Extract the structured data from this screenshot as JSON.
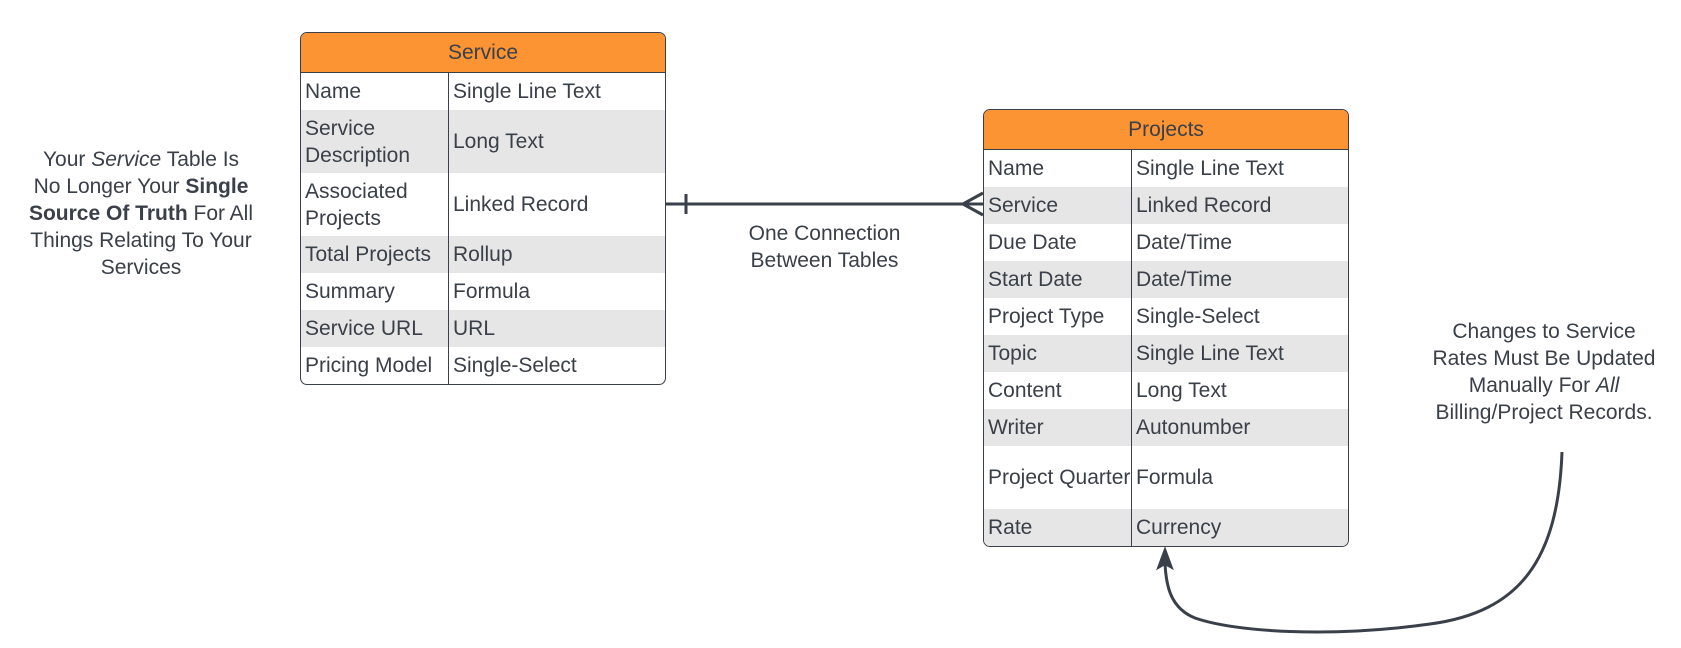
{
  "left_note": {
    "line1_pre": "Your ",
    "line1_em": "Service",
    "line1_post": " Table Is",
    "line2_pre": "No Longer Your ",
    "line2_bold": "Single",
    "line3_bold": "Source Of Truth",
    "line3_post": " For All",
    "line4": "Things Relating To Your",
    "line5": "Services"
  },
  "service_table": {
    "title": "Service",
    "rows": [
      {
        "name": "Name",
        "type": "Single Line Text"
      },
      {
        "name": "Service Description",
        "type": "Long Text"
      },
      {
        "name": "Associated Projects",
        "type": "Linked Record"
      },
      {
        "name": "Total Projects",
        "type": "Rollup"
      },
      {
        "name": "Summary",
        "type": "Formula"
      },
      {
        "name": "Service URL",
        "type": "URL"
      },
      {
        "name": "Pricing Model",
        "type": "Single-Select"
      }
    ]
  },
  "projects_table": {
    "title": "Projects",
    "rows": [
      {
        "name": "Name",
        "type": "Single Line Text"
      },
      {
        "name": "Service",
        "type": "Linked Record"
      },
      {
        "name": "Due Date",
        "type": "Date/Time"
      },
      {
        "name": "Start Date",
        "type": "Date/Time"
      },
      {
        "name": "Project Type",
        "type": "Single-Select"
      },
      {
        "name": "Topic",
        "type": "Single Line Text"
      },
      {
        "name": "Content",
        "type": "Long Text"
      },
      {
        "name": "Writer",
        "type": "Autonumber"
      },
      {
        "name": "Project Quarter",
        "type": "Formula"
      },
      {
        "name": "Rate",
        "type": "Currency"
      }
    ]
  },
  "connection_label": {
    "line1": "One Connection",
    "line2": "Between Tables"
  },
  "right_note": {
    "line1": "Changes to Service",
    "line2": "Rates Must Be Updated",
    "line3_pre": "Manually For ",
    "line3_em": "All",
    "line4": "Billing/Project Records."
  },
  "colors": {
    "header": "#fd9433",
    "alt_row": "#e6e6e6",
    "line": "#3a4049"
  }
}
